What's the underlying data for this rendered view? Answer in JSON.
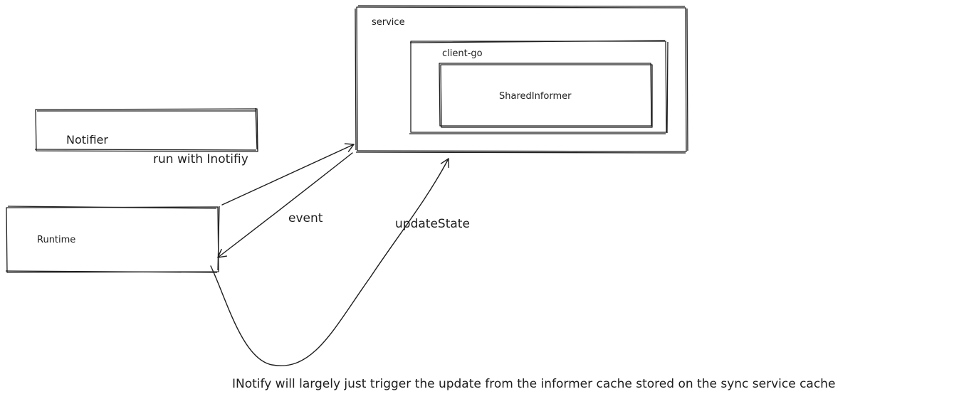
{
  "nodes": {
    "service": {
      "label": "service"
    },
    "client_go": {
      "label": "client-go"
    },
    "shared_informer": {
      "label": "SharedInformer"
    },
    "notifier": {
      "label": "Notifier"
    },
    "runtime": {
      "label": "Runtime"
    }
  },
  "edges": {
    "run_with_inotify": {
      "label": "run with Inotifiy"
    },
    "event": {
      "label": "event"
    },
    "update_state": {
      "label": "updateState"
    }
  },
  "note": "INotify will largely just trigger the update from the informer cache stored on the sync service cache"
}
